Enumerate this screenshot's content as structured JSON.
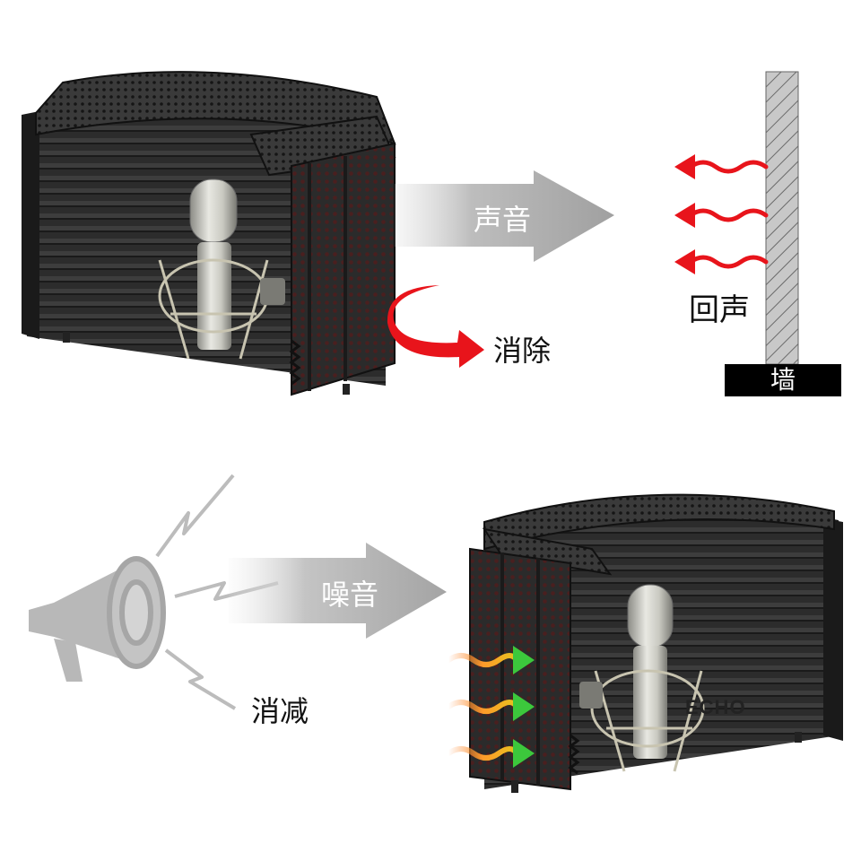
{
  "labels": {
    "sound": "声音",
    "cancel": "消除",
    "echo": "回声",
    "wall": "墙",
    "noise": "噪音",
    "reduce": "消减",
    "echo_en": "ECHO"
  },
  "colors": {
    "panel_dark": "#1c1c1c",
    "panel_mid": "#3a3a3a",
    "arrow_gray": "#a8a8a8",
    "red_arrow": "#e8141b",
    "green_arrow": "#3cc83c",
    "wall_hatch": "#9a9a9a"
  },
  "icons": [
    "microphone-icon",
    "megaphone-icon",
    "lightning-icon",
    "wave-arrow-icon"
  ]
}
